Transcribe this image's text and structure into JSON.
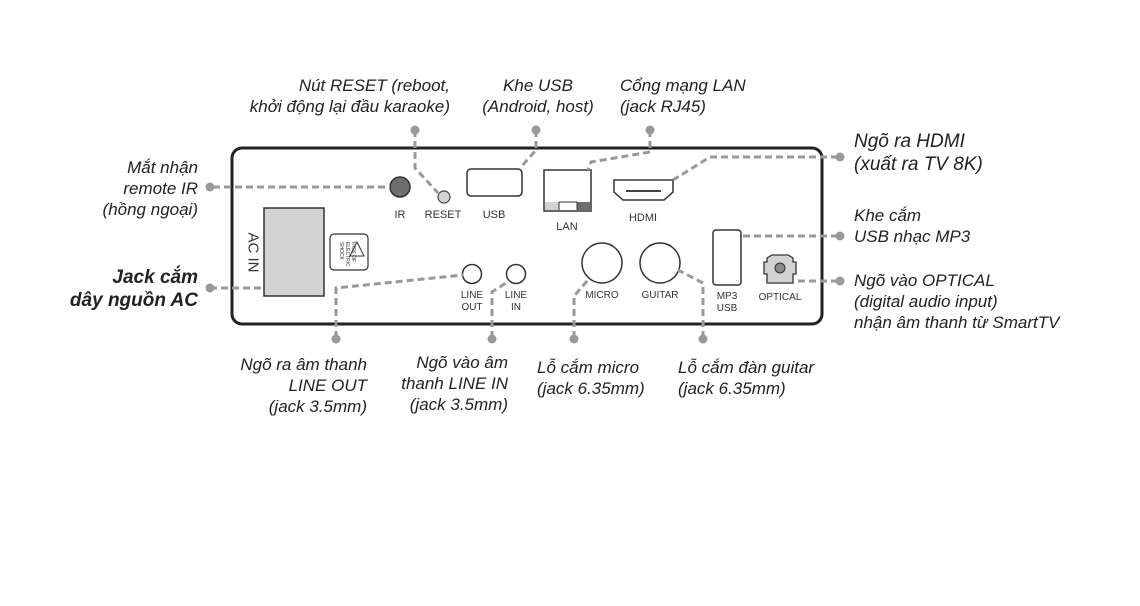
{
  "device": {
    "name": "karaoke player rear panel",
    "port_labels": {
      "ir": "IR",
      "reset": "RESET",
      "usb": "USB",
      "lan": "LAN",
      "hdmi": "HDMI",
      "ac_in": "AC IN",
      "line_out": [
        "LINE",
        "OUT"
      ],
      "line_in": [
        "LINE",
        "IN"
      ],
      "micro": "MICRO",
      "guitar": "GUITAR",
      "mp3_usb": [
        "MP3",
        "USB"
      ],
      "optical": "OPTICAL"
    },
    "warning": [
      "RISK OF",
      "ELECTRIC",
      "SHOCK"
    ]
  },
  "callouts": {
    "reset": [
      "Nút RESET (reboot,",
      "khởi động lại đầu karaoke)"
    ],
    "usb": [
      "Khe USB",
      "(Android, host)"
    ],
    "lan": [
      "Cổng mạng LAN",
      "(jack RJ45)"
    ],
    "hdmi": [
      "Ngõ ra HDMI",
      "(xuất ra TV 8K)"
    ],
    "ir": [
      "Mắt nhận",
      "remote IR",
      "(hồng ngoại)"
    ],
    "ac": [
      "Jack cắm",
      "dây nguồn AC"
    ],
    "mp3_usb": [
      "Khe cắm",
      "USB nhạc MP3"
    ],
    "optical": [
      "Ngõ vào OPTICAL",
      "(digital audio input)",
      "nhận âm thanh từ SmartTV"
    ],
    "line_out": [
      "Ngõ ra âm thanh",
      "LINE OUT",
      "(jack 3.5mm)"
    ],
    "line_in": [
      "Ngõ vào âm",
      "thanh LINE IN",
      "(jack 3.5mm)"
    ],
    "micro": [
      "Lỗ cắm micro",
      "(jack 6.35mm)"
    ],
    "guitar": [
      "Lỗ cắm đàn guitar",
      "(jack 6.35mm)"
    ]
  },
  "colors": {
    "outline": "#222222",
    "leader": "#999999",
    "fill_gray": "#d3d3d3",
    "fill_dark": "#6e6e6e"
  }
}
